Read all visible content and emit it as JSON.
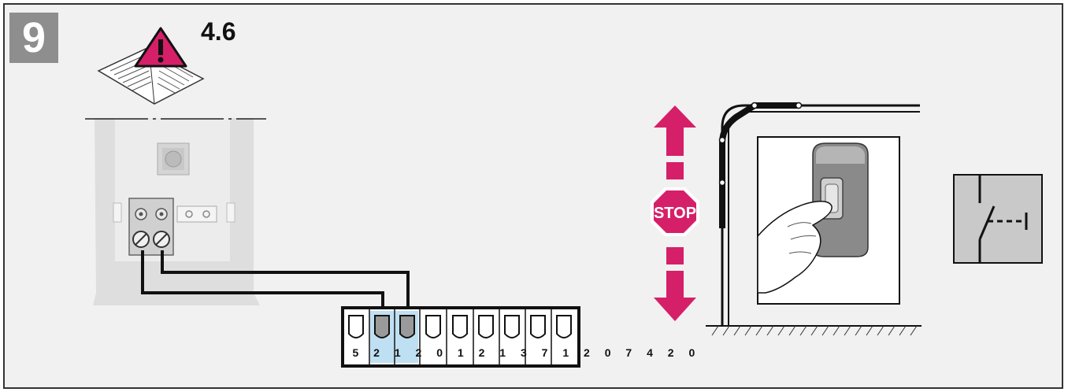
{
  "step": {
    "number": "9"
  },
  "manual_reference": {
    "label": "4.6",
    "icon": "manual-warning-icon"
  },
  "terminal_block": {
    "numbers": [
      "5",
      "2",
      "1",
      "2",
      "0",
      "1",
      "2",
      "1",
      "3",
      "7",
      "1",
      "2",
      "0",
      "7",
      "4",
      "2",
      "0"
    ],
    "highlighted_color": "#bfe0f2"
  },
  "stop_sign": {
    "label": "STOP",
    "color": "#d61f69"
  },
  "colors": {
    "accent": "#d61f69",
    "highlight": "#bfe0f2",
    "badge": "#8e8e8e"
  },
  "icons": [
    "manual-warning-icon",
    "stop-sign-icon",
    "up-arrow-icon",
    "down-arrow-icon",
    "push-button-icon",
    "normally-open-contact-icon"
  ]
}
